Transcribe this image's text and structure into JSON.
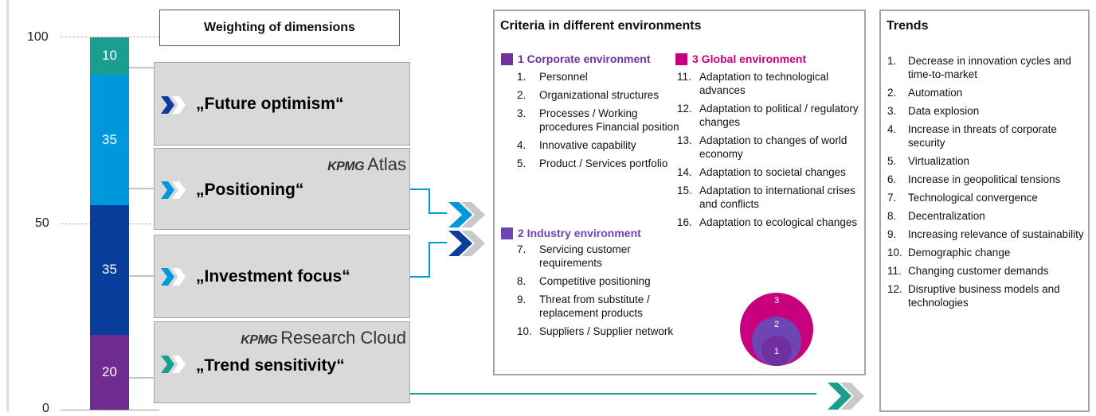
{
  "axis": {
    "top": "100",
    "mid": "50",
    "bottom": "0"
  },
  "weighting_header": "Weighting of dimensions",
  "bar_segments": [
    {
      "label": "10",
      "value": 10,
      "color": "#1a9e8f"
    },
    {
      "label": "35",
      "value": 35,
      "color": "#0098dc"
    },
    {
      "label": "35",
      "value": 35,
      "color": "#083d9b"
    },
    {
      "label": "20",
      "value": 20,
      "color": "#6f2c90"
    }
  ],
  "dimensions": [
    {
      "label": "„Future optimism“",
      "chevron_color": "#083d9b",
      "brand": ""
    },
    {
      "label": "„Positioning“",
      "chevron_color": "#0098dc",
      "brand_logo": "KPMG",
      "brand_text": "Atlas"
    },
    {
      "label": "„Investment focus“",
      "chevron_color": "#0098dc",
      "brand": ""
    },
    {
      "label": "„Trend sensitivity“",
      "chevron_color": "#1a9e8f",
      "brand_logo": "KPMG",
      "brand_text": "Research Cloud"
    }
  ],
  "criteria": {
    "title": "Criteria in different environments",
    "corporate": {
      "heading": "1 Corporate environment",
      "color": "#7030a0",
      "items": [
        {
          "n": "1.",
          "t": "Personnel"
        },
        {
          "n": "2.",
          "t": "Organizational structures"
        },
        {
          "n": "3.",
          "t": "Processes / Working procedures Financial position"
        },
        {
          "n": "4.",
          "t": "Innovative capability"
        },
        {
          "n": "5.",
          "t": "Product / Services portfolio"
        }
      ]
    },
    "industry": {
      "heading": "2 Industry environment",
      "color": "#6f45b5",
      "items": [
        {
          "n": "7.",
          "t": "Servicing customer requirements"
        },
        {
          "n": "8.",
          "t": "Competitive positioning"
        },
        {
          "n": "9.",
          "t": "Threat from substitute / replacement products"
        },
        {
          "n": "10.",
          "t": "Suppliers / Supplier network"
        }
      ]
    },
    "global": {
      "heading": "3 Global environment",
      "color": "#c8007e",
      "items": [
        {
          "n": "11.",
          "t": "Adaptation to technological advances"
        },
        {
          "n": "12.",
          "t": "Adaptation to political / regulatory changes"
        },
        {
          "n": "13.",
          "t": "Adaptation to changes of world economy"
        },
        {
          "n": "14.",
          "t": "Adaptation to societal changes"
        },
        {
          "n": "15.",
          "t": "Adaptation to international crises and conflicts"
        },
        {
          "n": "16.",
          "t": "Adaptation to ecological changes"
        }
      ]
    },
    "circles": [
      {
        "label": "3",
        "color": "#c8007e"
      },
      {
        "label": "2",
        "color": "#6f45b5"
      },
      {
        "label": "1",
        "color": "#7030a0"
      }
    ]
  },
  "trends": {
    "title": "Trends",
    "items": [
      {
        "n": "1.",
        "t": "Decrease in innovation cycles and time-to-market"
      },
      {
        "n": "2.",
        "t": "Automation"
      },
      {
        "n": "3.",
        "t": "Data explosion"
      },
      {
        "n": "4.",
        "t": "Increase in threats of corporate security"
      },
      {
        "n": "5.",
        "t": "Virtualization"
      },
      {
        "n": "6.",
        "t": "Increase in geopolitical tensions"
      },
      {
        "n": "7.",
        "t": "Technological convergence"
      },
      {
        "n": "8.",
        "t": "Decentralization"
      },
      {
        "n": "9.",
        "t": "Increasing relevance of sustainability"
      },
      {
        "n": "10.",
        "t": "Demographic change"
      },
      {
        "n": "11.",
        "t": "Changing customer demands"
      },
      {
        "n": "12.",
        "t": "Disruptive business models and technologies"
      }
    ]
  },
  "colors": {
    "teal": "#1a9e8f",
    "light_blue": "#0098dc",
    "dark_blue": "#083d9b",
    "purple": "#6f2c90",
    "grey_chevron": "#c8c8c8"
  }
}
